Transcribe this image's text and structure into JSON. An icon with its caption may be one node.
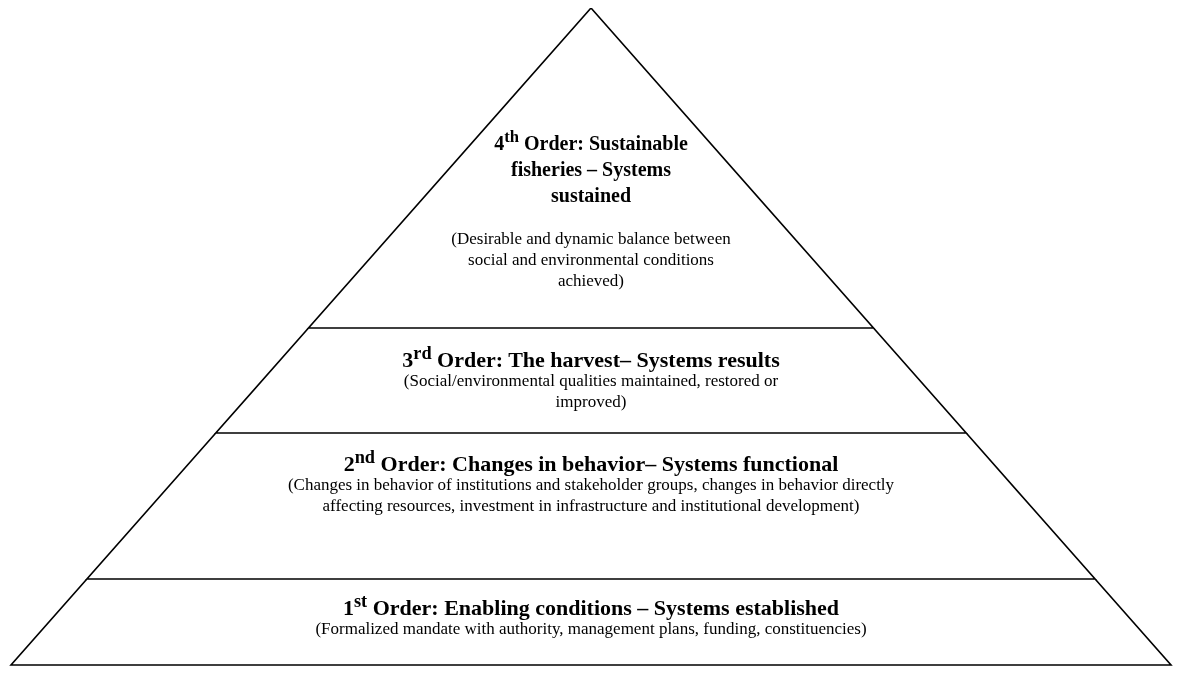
{
  "diagram": {
    "nodes": [
      {
        "text": [
          "4$^{th}$ Order: Sustainable fisheries – Systems sustained",
          "(Desirable and dynamic balance between social and environmental conditions achieved)"
        ]
      },
      {
        "text": [
          "3$^{rd}$ Order:  The harvest– Systems results",
          "(Social/environmental qualities maintained, restored or improved)"
        ]
      },
      {
        "text": [
          "2$^{nd}$ Order: Changes in behavior– Systems functional",
          "(Changes in behavior of institutions and stakeholder groups, changes in behavior directly affecting resources, investment in infrastructure and institutional development)"
        ]
      },
      {
        "text": [
          "1$^{st}$ Order: Enabling conditions – Systems established",
          "(Formalized mandate with authority, management plans, funding, constituencies)"
        ]
      }
    ]
  }
}
